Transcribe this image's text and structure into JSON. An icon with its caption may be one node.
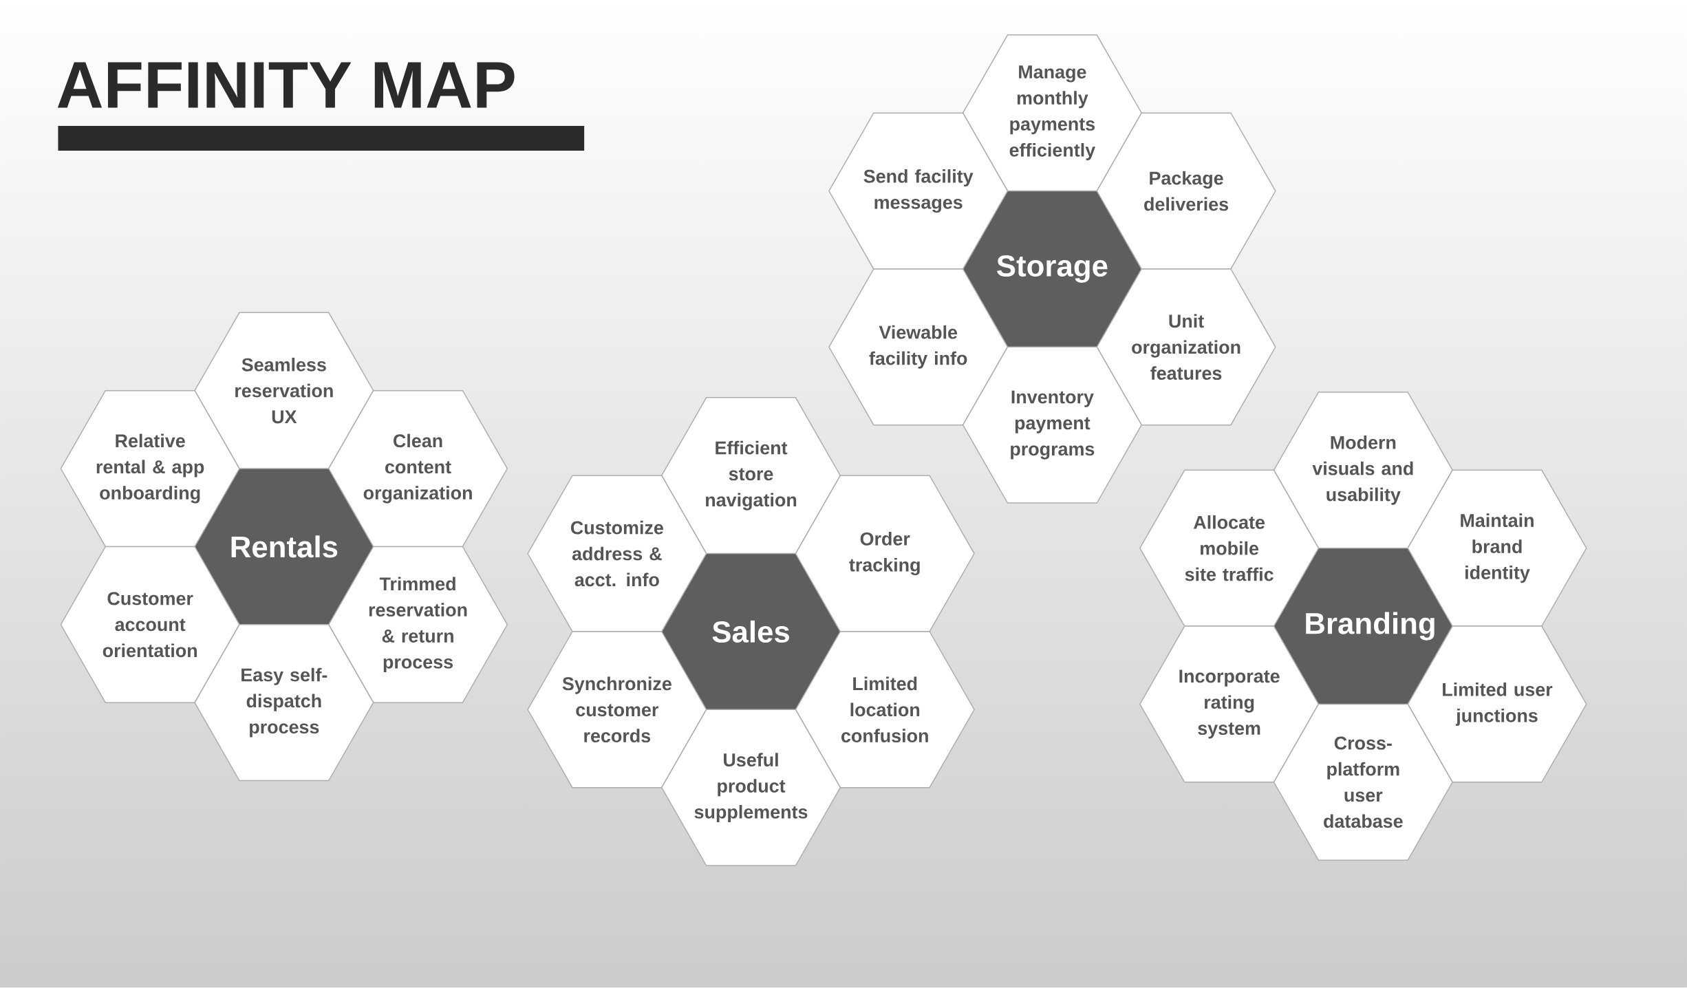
{
  "diagram": {
    "title": "AFFINITY MAP",
    "nodes": [
      {
        "text": [
          "Rentals"
        ]
      },
      {
        "text": [
          "Seamless reservation UX"
        ]
      },
      {
        "text": [
          "Relative rental & app onboarding"
        ]
      },
      {
        "text": [
          "Clean content organization"
        ]
      },
      {
        "text": [
          "Customer account orientation"
        ]
      },
      {
        "text": [
          "Trimmed reservation & return process"
        ]
      },
      {
        "text": [
          "Easy self-dispatch process"
        ]
      },
      {
        "text": [
          "Sales"
        ]
      },
      {
        "text": [
          "Efficient store navigation"
        ]
      },
      {
        "text": [
          "Customize address & acct. info"
        ]
      },
      {
        "text": [
          "Order tracking"
        ]
      },
      {
        "text": [
          "Synchronize customer records"
        ]
      },
      {
        "text": [
          "Limited location confusion"
        ]
      },
      {
        "text": [
          "Useful product supplements"
        ]
      },
      {
        "text": [
          "Storage"
        ]
      },
      {
        "text": [
          "Manage monthly payments efficiently"
        ]
      },
      {
        "text": [
          "Send facility messages"
        ]
      },
      {
        "text": [
          "Package deliveries"
        ]
      },
      {
        "text": [
          "Viewable facility info"
        ]
      },
      {
        "text": [
          "Unit organization features"
        ]
      },
      {
        "text": [
          "Inventory payment programs"
        ]
      },
      {
        "text": [
          "Branding"
        ]
      },
      {
        "text": [
          "Modern visuals and usability"
        ]
      },
      {
        "text": [
          "Allocate mobile site traffic"
        ]
      },
      {
        "text": [
          "Maintain brand identity"
        ]
      },
      {
        "text": [
          "Incorporate rating system"
        ]
      },
      {
        "text": [
          "Limited user junctions"
        ]
      },
      {
        "text": [
          "Cross-platform user database"
        ]
      }
    ]
  }
}
